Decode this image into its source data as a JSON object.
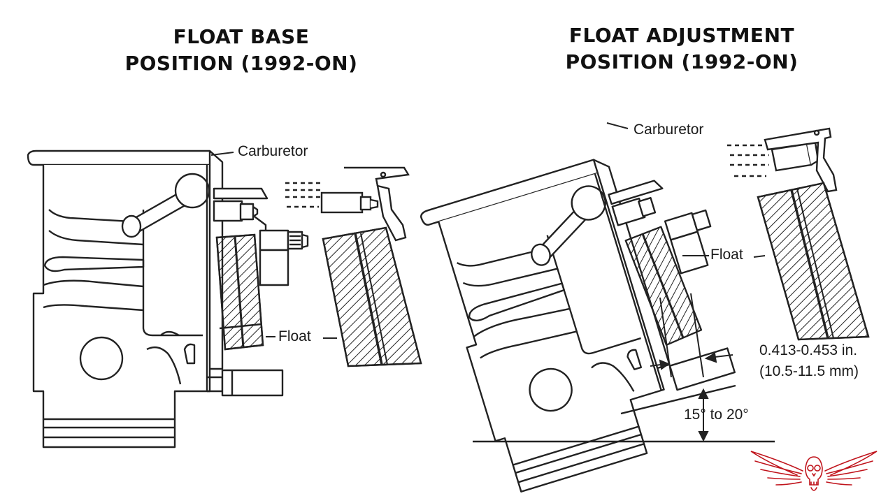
{
  "left_panel": {
    "title_line1": "FLOAT BASE",
    "title_line2": "POSITION (1992-ON)",
    "label_carburetor": "Carburetor",
    "label_float": "Float"
  },
  "right_panel": {
    "title_line1": "FLOAT ADJUSTMENT",
    "title_line2": "POSITION (1992-ON)",
    "label_carburetor": "Carburetor",
    "label_float": "Float",
    "measurement_in": "0.413-0.453 in.",
    "measurement_mm": "(10.5-11.5 mm)",
    "angle": "15° to 20°"
  },
  "colors": {
    "line": "#222222",
    "logo": "#c0141c"
  },
  "logo_icon": "winged-skull-emblem-icon"
}
